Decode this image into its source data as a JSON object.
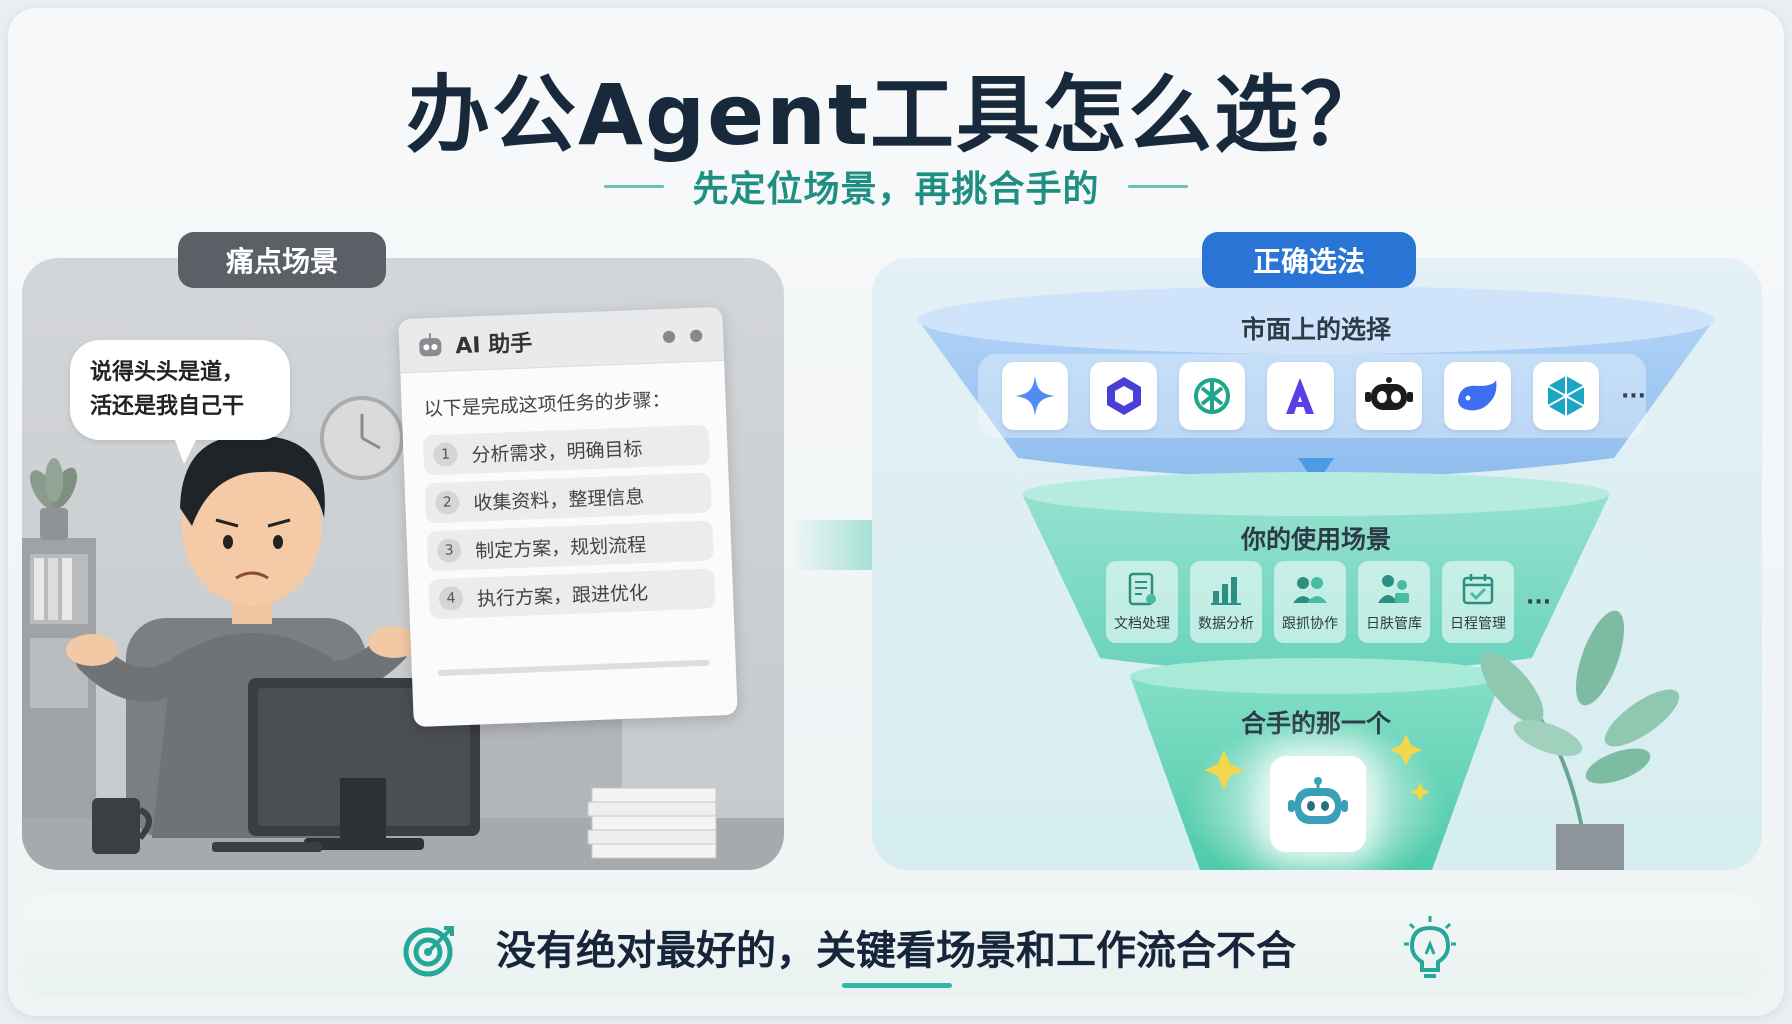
{
  "header": {
    "title": "办公Agent工具怎么选？",
    "subtitle": "先定位场景，再挑合手的"
  },
  "left_panel": {
    "pill": "痛点场景",
    "speech_line1": "说得头头是道，",
    "speech_line2": "活还是我自己干",
    "ai_window": {
      "title": "AI 助手",
      "intro": "以下是完成这项任务的步骤：",
      "steps": [
        {
          "num": "1",
          "text": "分析需求，明确目标"
        },
        {
          "num": "2",
          "text": "收集资料，整理信息"
        },
        {
          "num": "3",
          "text": "制定方案，规划流程"
        },
        {
          "num": "4",
          "text": "执行方案，跟进优化"
        }
      ]
    }
  },
  "right_panel": {
    "pill": "正确选法",
    "tier1_label": "市面上的选择",
    "tools": [
      {
        "icon": "sparkle-star-icon",
        "color": "#4f8df5"
      },
      {
        "icon": "hexagon-ring-icon",
        "color": "#4a3fd6"
      },
      {
        "icon": "knot-logo-icon",
        "color": "#20a58a"
      },
      {
        "icon": "letter-a-logo-icon",
        "color": "#5b3ee8"
      },
      {
        "icon": "robot-head-icon",
        "color": "#1c1c1c"
      },
      {
        "icon": "whale-icon",
        "color": "#3b6ef0"
      },
      {
        "icon": "cube-facets-icon",
        "color": "#1ba6c4"
      }
    ],
    "tools_more": "···",
    "tier2_label": "你的使用场景",
    "scenes": [
      {
        "icon": "document-edit-icon",
        "label": "文档处理"
      },
      {
        "icon": "bar-chart-icon",
        "label": "数据分析"
      },
      {
        "icon": "team-icon",
        "label": "跟抓协作"
      },
      {
        "icon": "people-meeting-icon",
        "label": "日肤管库"
      },
      {
        "icon": "calendar-check-icon",
        "label": "日程管理"
      }
    ],
    "scenes_more": "···",
    "tier3_label": "合手的那一个"
  },
  "footer": {
    "text": "没有绝对最好的，关键看场景和工作流合不合"
  },
  "colors": {
    "title": "#17293a",
    "accent_teal": "#1f8f83",
    "pill_gray": "#5b6067",
    "pill_blue": "#2a74d6",
    "funnel_blue": "#9cc7f4",
    "funnel_teal": "#6fd7be"
  }
}
